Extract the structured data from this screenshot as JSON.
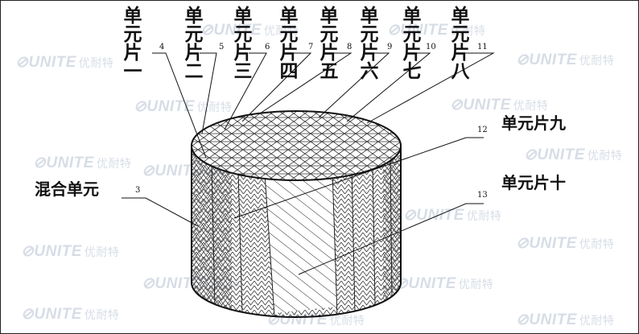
{
  "watermark": {
    "brand": "UNITE",
    "brand_cn": "优耐特"
  },
  "labels": {
    "piece1": "单元片一",
    "piece2": "单元片二",
    "piece3": "单元片三",
    "piece4": "单元片四",
    "piece5": "单元片五",
    "piece6": "单元片六",
    "piece7": "单元片七",
    "piece8": "单元片八",
    "piece9": "单元片九",
    "piece10": "单元片十",
    "mixed": "混合单元"
  },
  "numbers": {
    "n3": "3",
    "n4": "4",
    "n5": "5",
    "n6": "6",
    "n7": "7",
    "n8": "8",
    "n9": "9",
    "n10": "10",
    "n11": "11",
    "n12": "12",
    "n13": "13"
  }
}
